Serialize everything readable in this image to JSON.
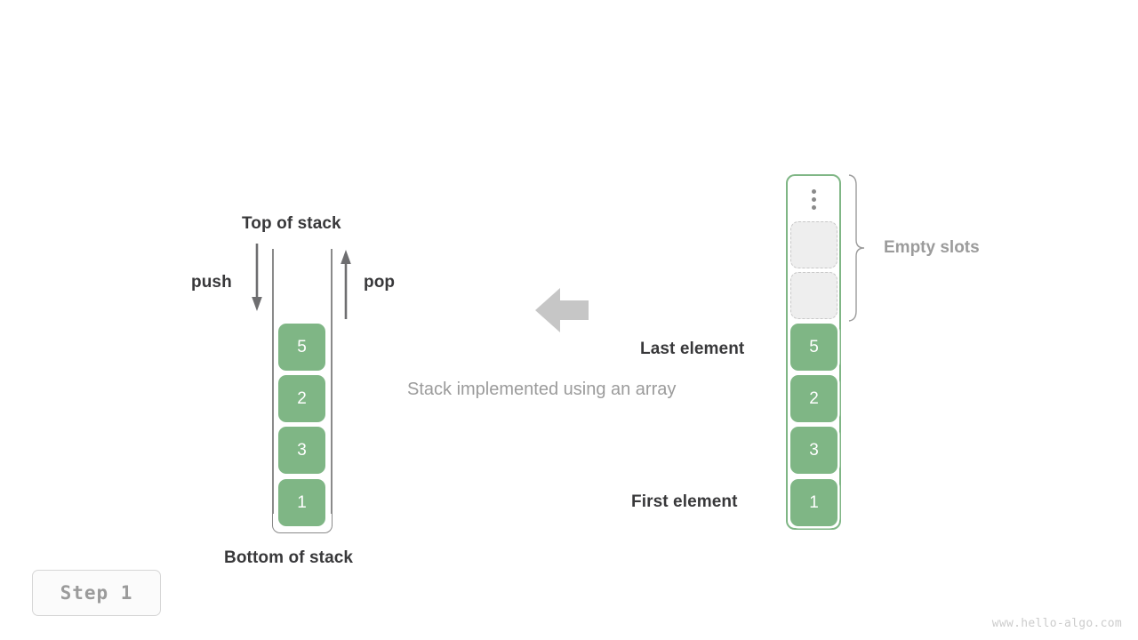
{
  "title": "Stack implemented using an array",
  "colors": {
    "element_green": "#7fb685",
    "empty_slot_fill": "#eeeeee",
    "empty_slot_border": "#c8c8c8",
    "arrow_gray": "#6e6e70",
    "big_arrow_gray": "#c6c6c6",
    "label_dark": "#38383a",
    "label_gray": "#9b9b9b"
  },
  "stack": {
    "top_label": "Top of stack",
    "bottom_label": "Bottom of stack",
    "push_label": "push",
    "pop_label": "pop",
    "elements": [
      {
        "value": "5"
      },
      {
        "value": "2"
      },
      {
        "value": "3"
      },
      {
        "value": "1"
      }
    ]
  },
  "middle": {
    "caption": "Stack implemented using an array",
    "arrow_direction": "left"
  },
  "array": {
    "ellipsis": "⋮",
    "empty_slots_label": "Empty slots",
    "last_element_label": "Last element",
    "first_element_label": "First element",
    "slots": [
      {
        "type": "ellipsis",
        "value": ""
      },
      {
        "type": "empty",
        "value": ""
      },
      {
        "type": "empty",
        "value": ""
      },
      {
        "type": "filled",
        "value": "5"
      },
      {
        "type": "filled",
        "value": "2"
      },
      {
        "type": "filled",
        "value": "3"
      },
      {
        "type": "filled",
        "value": "1"
      }
    ]
  },
  "footer": {
    "step_label": "Step 1",
    "watermark": "www.hello-algo.com"
  }
}
